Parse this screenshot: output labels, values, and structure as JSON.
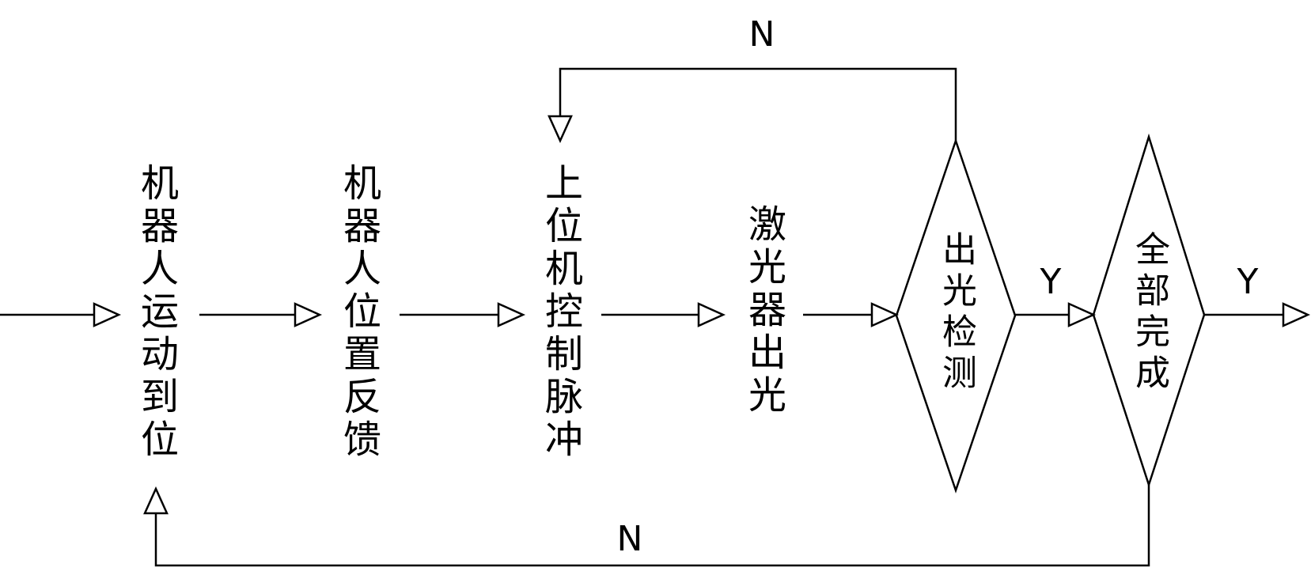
{
  "colors": {
    "background": "#ffffff",
    "stroke": "#000000"
  },
  "flow": {
    "steps": [
      {
        "label": "机器人运动到位"
      },
      {
        "label": "机器人位置反馈"
      },
      {
        "label": "上位机控制脉冲"
      },
      {
        "label": "激光器出光"
      }
    ],
    "decisions": [
      {
        "label": "出光检测"
      },
      {
        "label": "全部完成"
      }
    ],
    "branch_labels": {
      "top_no": "N",
      "bottom_no": "N",
      "light_check_yes": "Y",
      "exit_yes": "Y"
    }
  }
}
